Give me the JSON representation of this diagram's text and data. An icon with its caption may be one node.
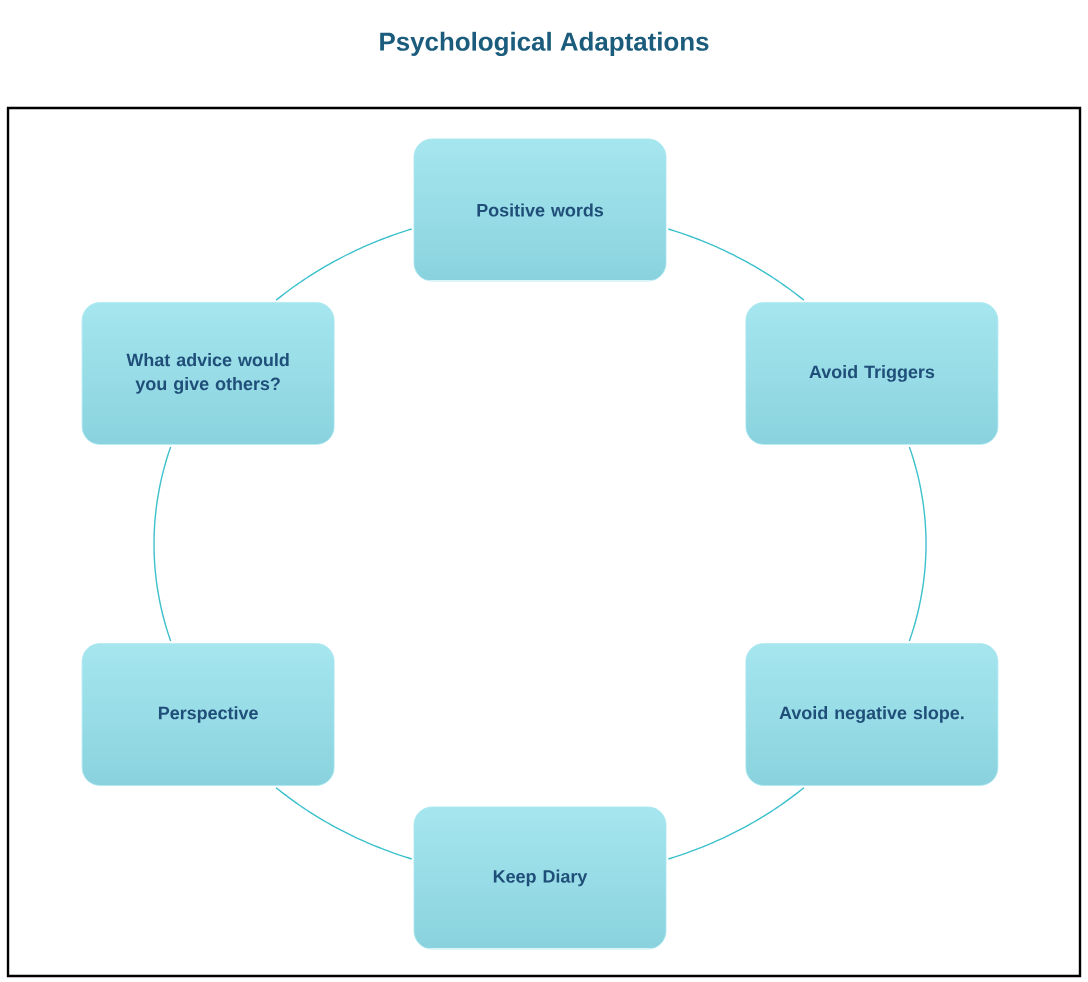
{
  "diagram": {
    "title": "Psychological Adaptations",
    "nodes": [
      {
        "text": [
          "Positive words"
        ]
      },
      {
        "text": [
          "Avoid Triggers"
        ]
      },
      {
        "text": [
          "Avoid negative slope."
        ]
      },
      {
        "text": [
          "Keep Diary"
        ]
      },
      {
        "text": [
          "Perspective"
        ]
      },
      {
        "text": [
          "What advice would you give others?"
        ]
      }
    ],
    "edges": [
      {
        "from": 0,
        "to": 1,
        "arrow": "none"
      },
      {
        "from": 1,
        "to": 2,
        "arrow": "none"
      },
      {
        "from": 2,
        "to": 3,
        "arrow": "none"
      },
      {
        "from": 3,
        "to": 4,
        "arrow": "none"
      },
      {
        "from": 4,
        "to": 5,
        "arrow": "none"
      },
      {
        "from": 5,
        "to": 0,
        "arrow": "none"
      }
    ]
  }
}
